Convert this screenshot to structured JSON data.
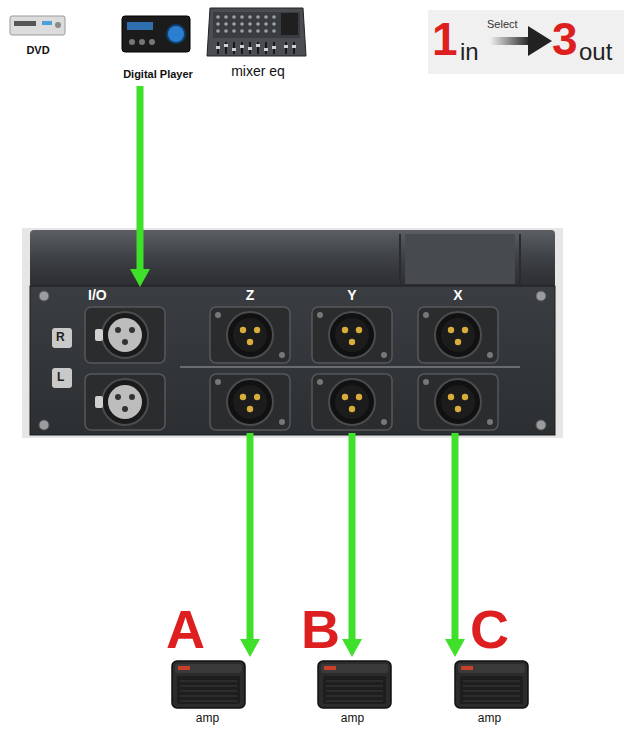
{
  "diagram": {
    "nodes": [
      {
        "text": [
          "DVD"
        ]
      },
      {
        "text": [
          "Digital Player"
        ]
      },
      {
        "text": [
          "mixer eq"
        ]
      },
      {
        "text": [
          "R",
          "L"
        ]
      },
      {
        "text": [
          "I/O"
        ],
        "in": 3
      },
      {
        "text": [
          "Z"
        ],
        "in": 3
      },
      {
        "text": [
          "Y"
        ],
        "in": 3
      },
      {
        "text": [
          "X"
        ],
        "in": 3
      },
      {
        "text": [
          "A",
          "amp"
        ]
      },
      {
        "text": [
          "B",
          "amp"
        ]
      },
      {
        "text": [
          "C",
          "amp"
        ]
      }
    ],
    "edges": [
      {
        "from": 1,
        "to": 4,
        "arrow": "to"
      },
      {
        "from": 5,
        "to": 8,
        "arrow": "to"
      },
      {
        "from": 6,
        "to": 9,
        "arrow": "to"
      },
      {
        "from": 7,
        "to": 10,
        "arrow": "to"
      }
    ],
    "labels": [
      "1",
      "in",
      "Select",
      "3",
      "out"
    ]
  }
}
